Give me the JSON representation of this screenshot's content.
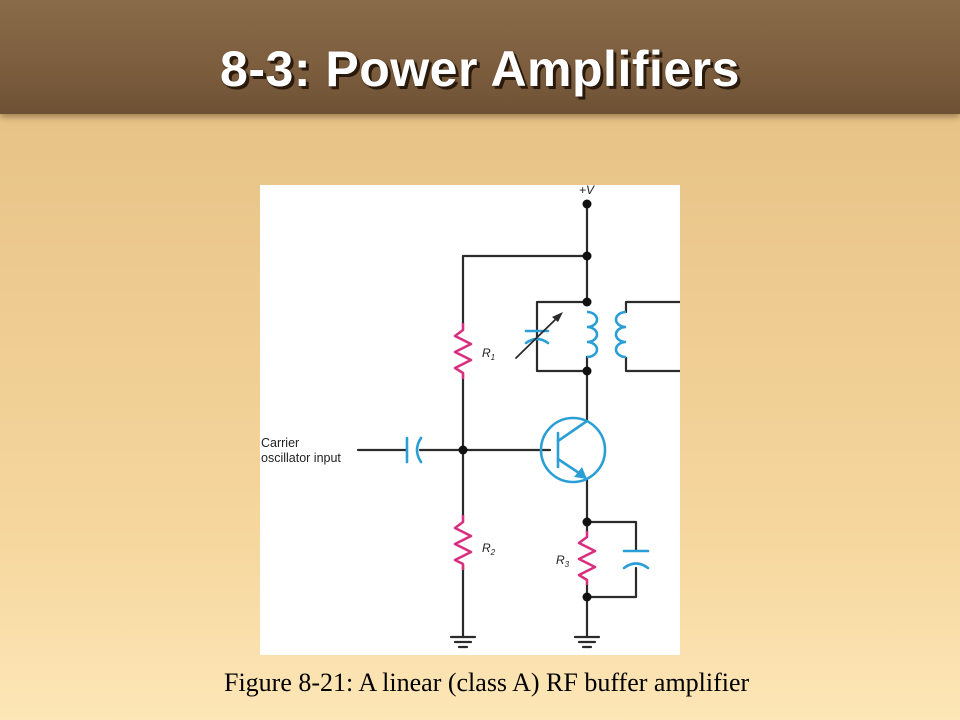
{
  "slide": {
    "title": "8-3: Power Amplifiers",
    "caption": "Figure 8-21: A linear (class A) RF buffer amplifier"
  },
  "diagram": {
    "labels": {
      "supply": "+V",
      "input_line1": "Carrier",
      "input_line2": "oscillator input",
      "r1": "R",
      "r1_sub": "1",
      "r2": "R",
      "r2_sub": "2",
      "r3": "R",
      "r3_sub": "3"
    },
    "colors": {
      "wire": "#2b2b2b",
      "resistor": "#d8307f",
      "capacitor": "#2a9fd6",
      "transistor": "#2a9fd6",
      "inductor": "#2a9fd6"
    }
  }
}
